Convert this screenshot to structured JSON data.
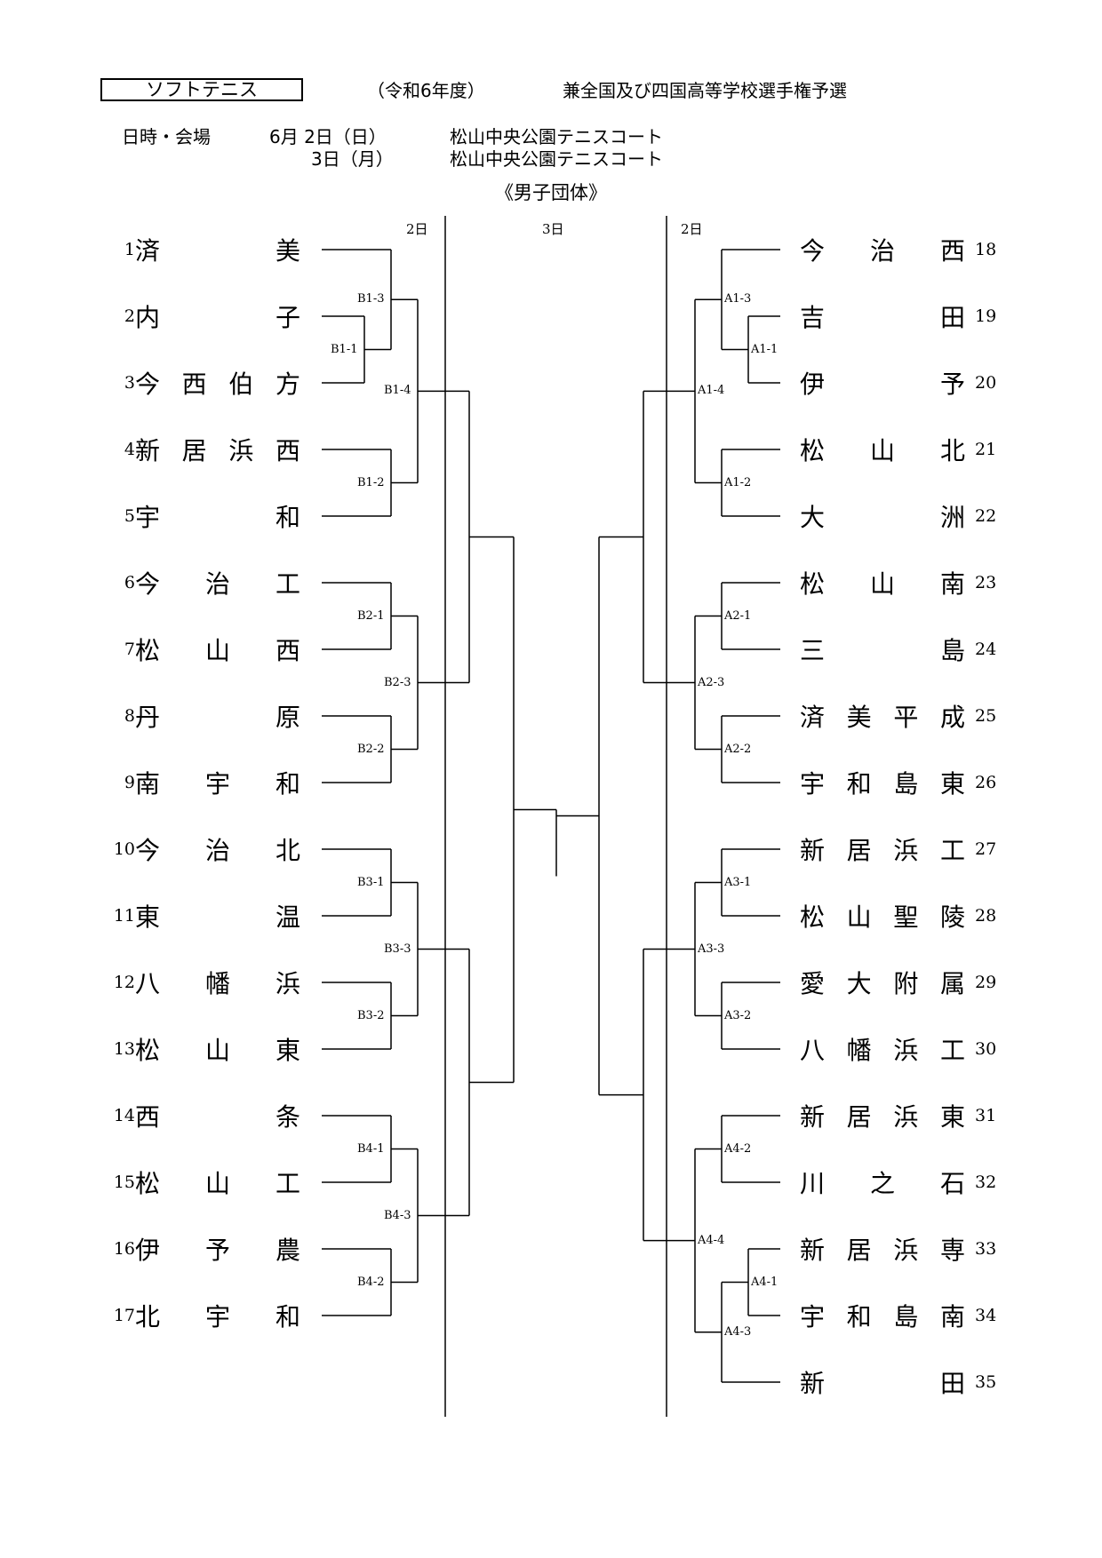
{
  "header": {
    "sport": "ソフトテニス",
    "year": "（令和6年度）",
    "event": "兼全国及び四国高等学校選手権予選",
    "schedule_label": "日時・会場",
    "day1_date": "6月 2日（日）",
    "day1_venue": "松山中央公園テニスコート",
    "day2_date": "3日（月）",
    "day2_venue": "松山中央公園テニスコート",
    "division": "《男子団体》"
  },
  "day_labels": {
    "left": "2日",
    "center": "3日",
    "right": "2日"
  },
  "left_teams": [
    {
      "num": "1",
      "name": "済美"
    },
    {
      "num": "2",
      "name": "内子"
    },
    {
      "num": "3",
      "name": "今西伯方"
    },
    {
      "num": "4",
      "name": "新居浜西"
    },
    {
      "num": "5",
      "name": "宇和"
    },
    {
      "num": "6",
      "name": "今治工"
    },
    {
      "num": "7",
      "name": "松山西"
    },
    {
      "num": "8",
      "name": "丹原"
    },
    {
      "num": "9",
      "name": "南宇和"
    },
    {
      "num": "10",
      "name": "今治北"
    },
    {
      "num": "11",
      "name": "東温"
    },
    {
      "num": "12",
      "name": "八幡浜"
    },
    {
      "num": "13",
      "name": "松山東"
    },
    {
      "num": "14",
      "name": "西条"
    },
    {
      "num": "15",
      "name": "松山工"
    },
    {
      "num": "16",
      "name": "伊予農"
    },
    {
      "num": "17",
      "name": "北宇和"
    }
  ],
  "right_teams": [
    {
      "num": "18",
      "name": "今治西"
    },
    {
      "num": "19",
      "name": "吉田"
    },
    {
      "num": "20",
      "name": "伊予"
    },
    {
      "num": "21",
      "name": "松山北"
    },
    {
      "num": "22",
      "name": "大洲"
    },
    {
      "num": "23",
      "name": "松山南"
    },
    {
      "num": "24",
      "name": "三島"
    },
    {
      "num": "25",
      "name": "済美平成"
    },
    {
      "num": "26",
      "name": "宇和島東"
    },
    {
      "num": "27",
      "name": "新居浜工"
    },
    {
      "num": "28",
      "name": "松山聖陵"
    },
    {
      "num": "29",
      "name": "愛大附属"
    },
    {
      "num": "30",
      "name": "八幡浜工"
    },
    {
      "num": "31",
      "name": "新居浜東"
    },
    {
      "num": "32",
      "name": "川之石"
    },
    {
      "num": "33",
      "name": "新居浜専"
    },
    {
      "num": "34",
      "name": "宇和島南"
    },
    {
      "num": "35",
      "name": "新田"
    }
  ],
  "match_labels": {
    "B1_1": "B1-1",
    "B1_2": "B1-2",
    "B1_3": "B1-3",
    "B1_4": "B1-4",
    "B2_1": "B2-1",
    "B2_2": "B2-2",
    "B2_3": "B2-3",
    "B3_1": "B3-1",
    "B3_2": "B3-2",
    "B3_3": "B3-3",
    "B4_1": "B4-1",
    "B4_2": "B4-2",
    "B4_3": "B4-3",
    "A1_1": "A1-1",
    "A1_2": "A1-2",
    "A1_3": "A1-3",
    "A1_4": "A1-4",
    "A2_1": "A2-1",
    "A2_2": "A2-2",
    "A2_3": "A2-3",
    "A3_1": "A3-1",
    "A3_2": "A3-2",
    "A3_3": "A3-3",
    "A4_1": "A4-1",
    "A4_2": "A4-2",
    "A4_3": "A4-3",
    "A4_4": "A4-4"
  }
}
